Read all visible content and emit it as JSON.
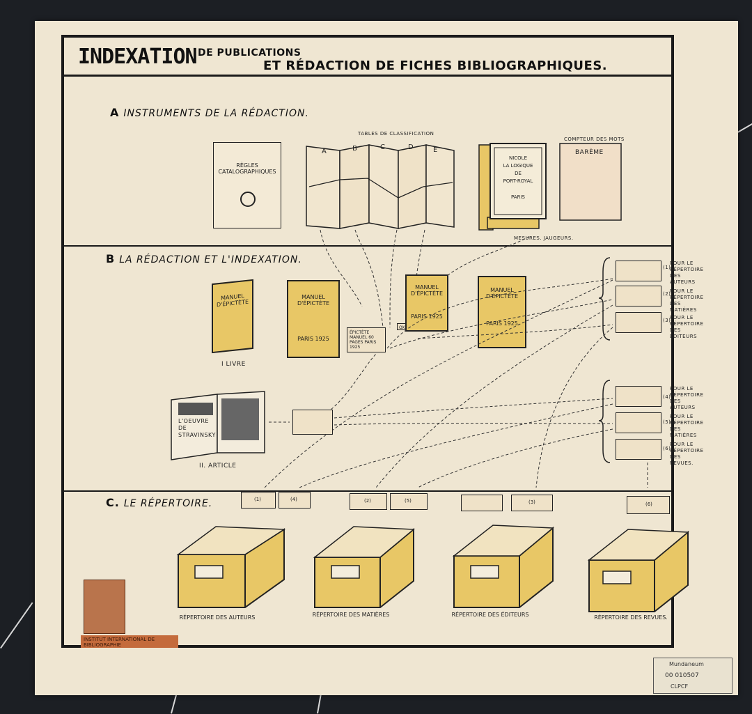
{
  "poster": {
    "title_main": "INDEXATION",
    "title_sub1": "DE PUBLICATIONS",
    "title_sub2": "ET RÉDACTION DE FICHES BIBLIOGRAPHIQUES."
  },
  "section_a": {
    "letter": "A",
    "label": "INSTRUMENTS DE LA RÉDACTION.",
    "book_regles": "RÈGLES CATALOGRAPHIQUES",
    "tables_caption": "TABLES DE CLASSIFICATION",
    "table_letters": [
      "A",
      "B",
      "C",
      "D",
      "E"
    ],
    "nicole_book": [
      "NICOLE",
      "LA LOGIQUE",
      "DE",
      "PORT-ROYAL",
      "PARIS"
    ],
    "compteur_caption": "COMPTEUR DES MOTS",
    "bareme": "BARÈME",
    "mesures_caption": "MESURES. JAUGEURS."
  },
  "section_b": {
    "letter": "B",
    "label": "LA RÉDACTION ET L'INDEXATION.",
    "book_title": "MANUEL D'ÉPICTÈTE",
    "book_place": "PARIS 1925",
    "livre_caption": "I LIVRE",
    "article_title": "L'OEUVRE DE STRAVINSKY",
    "article_caption": "II. ARTICLE",
    "card_text": "ÉPICTÈTE MANUEL 60 PAGES PARIS 1925",
    "card_tag": "OXXXXX",
    "top_targets": [
      "POUR LE RÉPERTOIRE DES AUTEURS",
      "POUR LE RÉPERTOIRE DES MATIÈRES",
      "POUR LE RÉPERTOIRE DES ÉDITEURS"
    ],
    "top_numbers": [
      "(1)",
      "(2)",
      "(3)"
    ],
    "bottom_targets": [
      "POUR LE RÉPERTOIRE DES AUTEURS",
      "POUR LE RÉPERTOIRE DES MATIÈRES",
      "POUR LE RÉPERTOIRE DES REVUES."
    ],
    "bottom_numbers": [
      "(4)",
      "(5)",
      "(6)"
    ]
  },
  "section_c": {
    "letter": "C.",
    "label": "LE RÉPERTOIRE.",
    "drawer_tags": [
      "(1)",
      "(4)",
      "(2)",
      "(5)",
      "",
      "(3)",
      "(6)"
    ],
    "drawers": [
      "RÉPERTOIRE DES AUTEURS",
      "RÉPERTOIRE DES MATIÈRES",
      "RÉPERTOIRE DES ÉDITEURS",
      "RÉPERTOIRE DES REVUES."
    ]
  },
  "footer": {
    "institut": "INSTITUT INTERNATIONAL DE BIBLIOGRAPHIE",
    "stamp_name": "Mundaneum",
    "stamp_code": "00 010507",
    "stamp_tag": "CLPCF"
  },
  "colors": {
    "paper": "#efe6d2",
    "ink": "#1a1a1a",
    "yellow": "#e8c766",
    "wall": "#1c1f24"
  }
}
